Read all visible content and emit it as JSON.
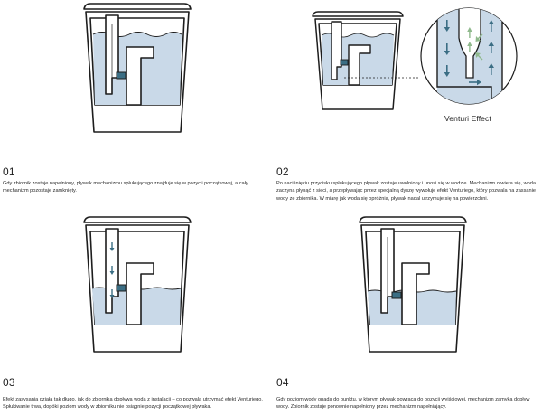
{
  "colors": {
    "stroke": "#1d1d1d",
    "water": "#c9d9e8",
    "water_dark": "#9db6cc",
    "float": "#3b6e84",
    "arrow_blue": "#3b6e84",
    "arrow_green": "#8fb98c",
    "background": "#ffffff"
  },
  "icons": [
    "down-arrow-icon",
    "up-arrow-icon",
    "right-arrow-icon"
  ],
  "steps": [
    {
      "number": "01",
      "description": "Gdy zbiornik zostaje napełniony, pływak mechanizmu spłukującego znajduje się w pozycji początkowej, a cały mechanizm pozostaje zamknięty.",
      "water_level": 0.85
    },
    {
      "number": "02",
      "description": "Po naciśnięciu przycisku spłukującego pływak zostaje uwolniony i unosi się w wodzie. Mechanizm otwiera się, woda zaczyna płynąć z sieci, a przepływając przez specjalną dyszę wywołuje efekt Venturiego, który pozwala na zassanie wody ze zbiornika. W miarę jak woda się opróżnia, pływak nadal utrzymuje się na powierzchni.",
      "water_level": 0.8
    },
    {
      "number": "03",
      "description": "Efekt zasysania działa tak długo, jak do zbiornika dopływa woda z instalacji – co pozwala utrzymać efekt Venturiego. Spłukiwanie trwa, dopóki poziom wody w zbiorniku nie osiągnie pozycji początkowej pływaka.",
      "water_level": 0.32
    },
    {
      "number": "04",
      "description": "Gdy poziom wody opada do punktu, w którym pływak powraca do pozycji wyjściowej, mechanizm zamyka dopływ wody. Zbiornik zostaje ponownie napełniony przez mechanizm napełniający.",
      "water_level": 0.3
    }
  ],
  "venturi": {
    "label": "Venturi Effect"
  }
}
